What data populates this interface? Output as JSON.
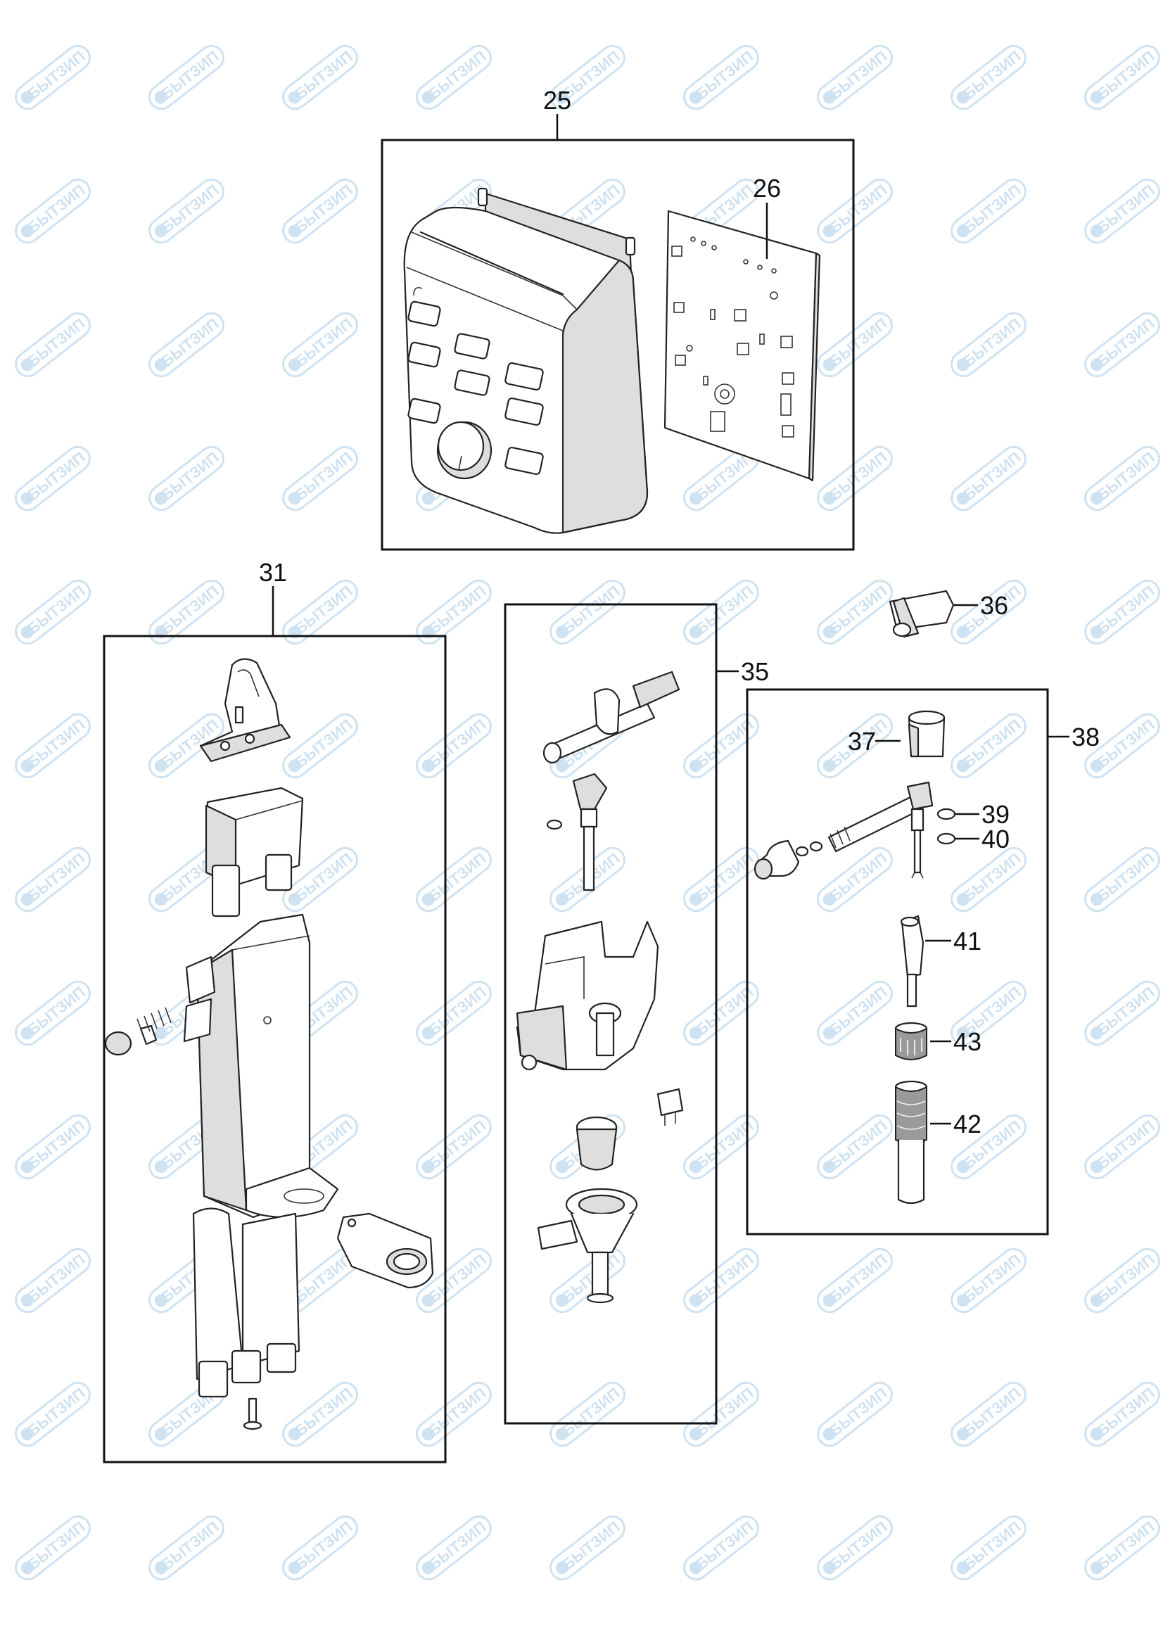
{
  "diagram": {
    "callouts": [
      {
        "id": "25",
        "label": "25"
      },
      {
        "id": "26",
        "label": "26"
      },
      {
        "id": "31",
        "label": "31"
      },
      {
        "id": "35",
        "label": "35"
      },
      {
        "id": "36",
        "label": "36"
      },
      {
        "id": "37",
        "label": "37"
      },
      {
        "id": "38",
        "label": "38"
      },
      {
        "id": "39",
        "label": "39"
      },
      {
        "id": "40",
        "label": "40"
      },
      {
        "id": "41",
        "label": "41"
      },
      {
        "id": "43",
        "label": "43"
      },
      {
        "id": "42",
        "label": "42"
      }
    ]
  },
  "watermark": {
    "text": "БЫТЗИП",
    "color": "#a9cbe8"
  },
  "colors": {
    "line": "#111111",
    "part_fill": "#ffffff",
    "part_shade": "#dedede"
  }
}
